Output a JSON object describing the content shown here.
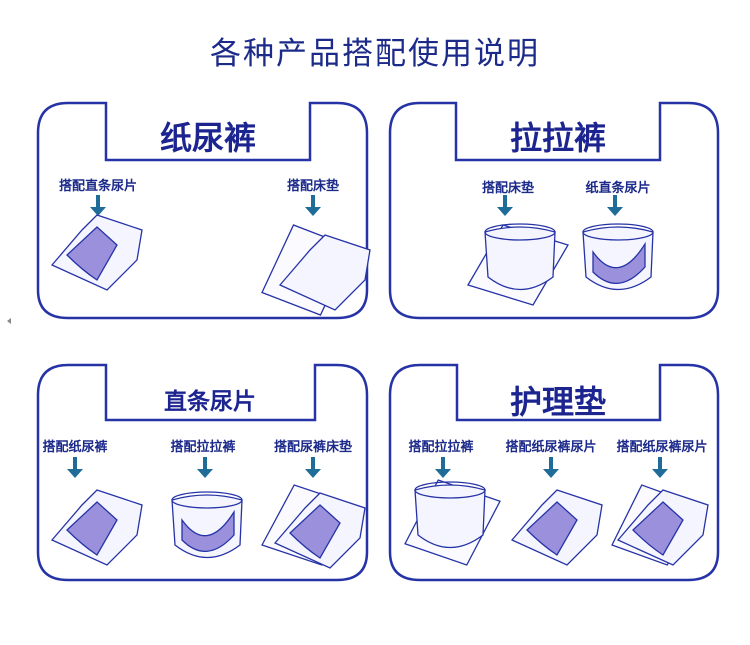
{
  "title": "各种产品搭配使用说明",
  "colors": {
    "outline": "#2633a6",
    "text": "#1c2a8a",
    "arrow": "#1f6c98",
    "pad": "#9b90dc"
  },
  "panels": [
    {
      "name": "纸尿裤",
      "items": [
        {
          "label": "搭配直条尿片",
          "icon": "diaper-with-insert"
        },
        {
          "label": "搭配床垫",
          "icon": "diaper-on-bed-pad"
        }
      ]
    },
    {
      "name": "拉拉裤",
      "items": [
        {
          "label": "搭配床垫",
          "icon": "pull-up-on-bed-pad"
        },
        {
          "label": "纸直条尿片",
          "icon": "pull-up-with-insert"
        }
      ]
    },
    {
      "name": "直条尿片",
      "items": [
        {
          "label": "搭配纸尿裤",
          "icon": "insert-in-diaper"
        },
        {
          "label": "搭配拉拉裤",
          "icon": "insert-in-pull-up"
        },
        {
          "label": "搭配尿裤床垫",
          "icon": "insert-diaper-bed-pad"
        }
      ]
    },
    {
      "name": "护理垫",
      "items": [
        {
          "label": "搭配拉拉裤",
          "icon": "pull-up-on-pad"
        },
        {
          "label": "搭配纸尿裤尿片",
          "icon": "diaper-insert-on-pad"
        },
        {
          "label": "搭配纸尿裤尿片",
          "icon": "diaper-insert-on-pad"
        }
      ]
    }
  ]
}
